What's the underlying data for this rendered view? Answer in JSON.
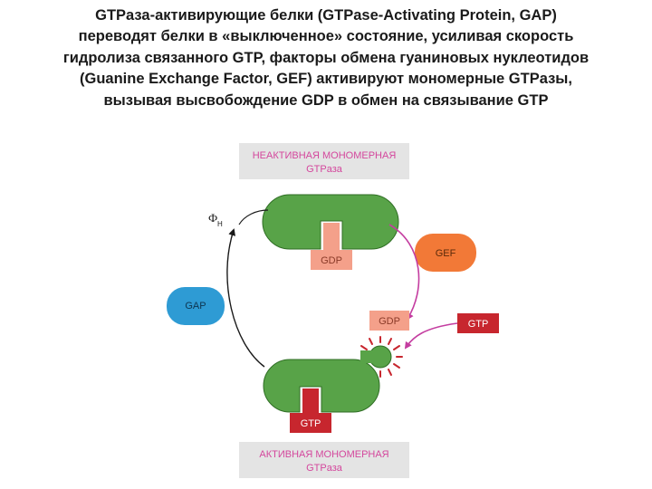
{
  "slide": {
    "lines": [
      "GTPаза-активирующие белки (GTPase-Activating Protein, GAP)",
      "переводят  белки в «выключенное» состояние, усиливая скорость",
      "гидролиза  связанного GTP, факторы обмена гуаниновых нуклеотидов",
      "(Guanine  Exchange Factor, GEF) активируют мономерные GTPазы,",
      "вызывая  высвобождение GDP в обмен на связывание GTP"
    ]
  },
  "diagram": {
    "inactive_label": [
      "НЕАКТИВНАЯ МОНОМЕРНАЯ",
      "GTPаза"
    ],
    "active_label": [
      "АКТИВНАЯ МОНОМЕРНАЯ",
      "GTPаза"
    ],
    "bound_gdp": "GDP",
    "released_gdp": "GDP",
    "bound_gtp": "GTP",
    "incoming_gtp": "GTP",
    "gef": "GEF",
    "gap": "GAP",
    "phosphate_main": "Ф",
    "phosphate_sub": "Н",
    "colors": {
      "protein": "#58a348",
      "gtp": "#c7262e",
      "gdp": "#f4a08a",
      "gef": "#f27937",
      "gap": "#2e9bd4",
      "gef_arrow": "#c43da0",
      "gap_arrow": "#1a1a1a",
      "label_box": "#e4e4e4",
      "inactive_text": "#d4479d",
      "active_text": "#d4479d"
    }
  }
}
